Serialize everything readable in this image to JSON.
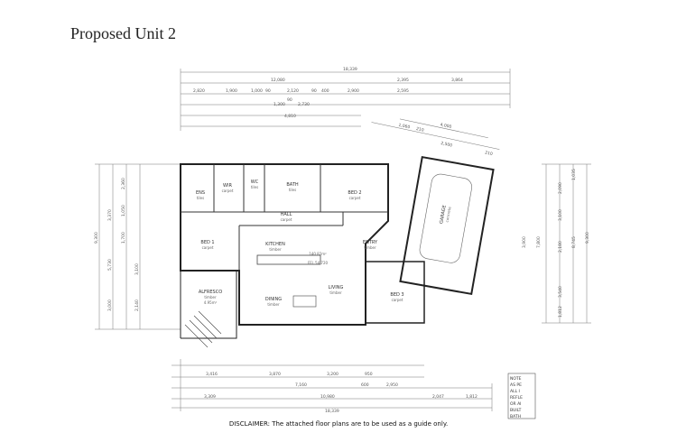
{
  "title": "Proposed Unit 2",
  "disclaimer": "DISCLAIMER: The attached floor plans are to be used as a guide only.",
  "plan": {
    "area": "140.82m²",
    "level": "FFL 54.720",
    "rooms": [
      {
        "id": "ens",
        "name": "ENS",
        "finish": "tiles"
      },
      {
        "id": "wir",
        "name": "WIR",
        "finish": "carpet"
      },
      {
        "id": "wc",
        "name": "WC",
        "finish": "tiles"
      },
      {
        "id": "bath",
        "name": "BATH",
        "finish": "tiles"
      },
      {
        "id": "bed2",
        "name": "BED 2",
        "finish": "carpet"
      },
      {
        "id": "hall",
        "name": "HALL",
        "finish": "carpet"
      },
      {
        "id": "garage",
        "name": "GARAGE",
        "finish": "concrete"
      },
      {
        "id": "bed1",
        "name": "BED 1",
        "finish": "carpet"
      },
      {
        "id": "kitchen",
        "name": "KITCHEN",
        "finish": "timber"
      },
      {
        "id": "entry",
        "name": "ENTRY",
        "finish": "timber"
      },
      {
        "id": "alfresco",
        "name": "ALFRESCO",
        "finish": "timber",
        "extra": "4.95m²"
      },
      {
        "id": "dining",
        "name": "DINING",
        "finish": "timber"
      },
      {
        "id": "living",
        "name": "LIVING",
        "finish": "timber"
      },
      {
        "id": "bed3",
        "name": "BED 3",
        "finish": "carpet"
      }
    ],
    "dims_top": {
      "overall": "18,339",
      "row2": [
        "12,080",
        "2,395",
        "3,864"
      ],
      "row3": [
        "2,820",
        "1,900",
        "1,000",
        "90",
        "2,120",
        "90",
        "400",
        "2,900",
        "2,595"
      ],
      "row4": [
        "1,300",
        "90",
        "2,730"
      ],
      "row5": "4,810",
      "garage": [
        "4,000",
        "1,060",
        "210",
        "2,500",
        "210"
      ]
    },
    "dims_bottom": {
      "row1": [
        "3,416",
        "3,870",
        "3,200",
        "950"
      ],
      "row2": [
        "7,160",
        "600",
        "2,950"
      ],
      "row3": [
        "3,309",
        "10,980",
        "2,047",
        "1,812"
      ],
      "overall": "18,339"
    },
    "dims_left": [
      "9,300",
      "3,370",
      "5,730",
      "3,000",
      "2,360",
      "1,050",
      "1,700",
      "3,100",
      "2,140"
    ],
    "dims_right": [
      "9,300",
      "8,745",
      "3,900",
      "7,800",
      "2,090",
      "1,035",
      "3,100",
      "2,180",
      "3,540",
      "1,812"
    ],
    "notes": [
      "NOTE",
      "AS PE",
      "ALL I",
      "REFLE",
      "OR AI",
      "BUILT",
      "BATH"
    ]
  }
}
